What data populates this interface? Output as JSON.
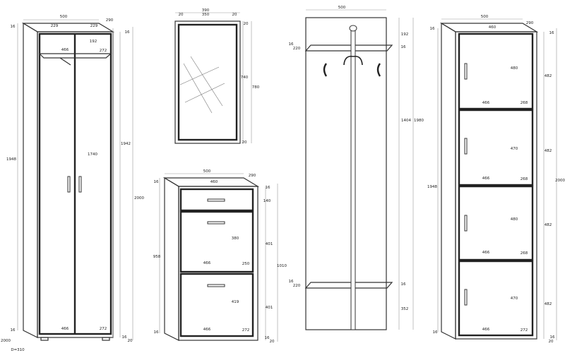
{
  "wardrobe": {
    "labels": [
      "500",
      "290",
      "16",
      "229",
      "229",
      "16",
      "192",
      "466",
      "272",
      "1948",
      "1740",
      "1942",
      "2000",
      "16",
      "466",
      "272",
      "16",
      "20",
      "2000",
      "D=310"
    ]
  },
  "mirror": {
    "labels": [
      "390",
      "20",
      "350",
      "20",
      "20",
      "740",
      "780",
      "20"
    ]
  },
  "shoe_cabinet": {
    "labels": [
      "500",
      "290",
      "460",
      "16",
      "16",
      "140",
      "958",
      "380",
      "401",
      "1010",
      "466",
      "250",
      "419",
      "401",
      "16",
      "466",
      "272",
      "16",
      "20"
    ]
  },
  "coat_rack": {
    "labels": [
      "500",
      "192",
      "16",
      "220",
      "16",
      "1404",
      "1980",
      "16",
      "220",
      "16",
      "352"
    ]
  },
  "shelf_cabinet": {
    "labels": [
      "500",
      "290",
      "460",
      "16",
      "16",
      "480",
      "482",
      "466",
      "268",
      "470",
      "482",
      "2000",
      "1948",
      "466",
      "268",
      "480",
      "482",
      "466",
      "268",
      "470",
      "482",
      "16",
      "466",
      "272",
      "16",
      "20"
    ]
  }
}
